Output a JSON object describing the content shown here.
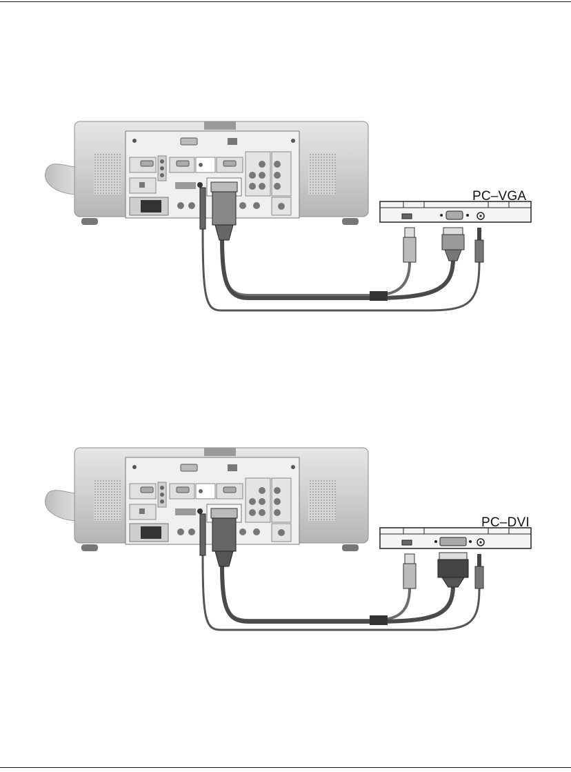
{
  "diagrams": [
    {
      "label": "PC–VGA",
      "connector": "vga"
    },
    {
      "label": "PC–DVI",
      "connector": "dvi"
    }
  ]
}
